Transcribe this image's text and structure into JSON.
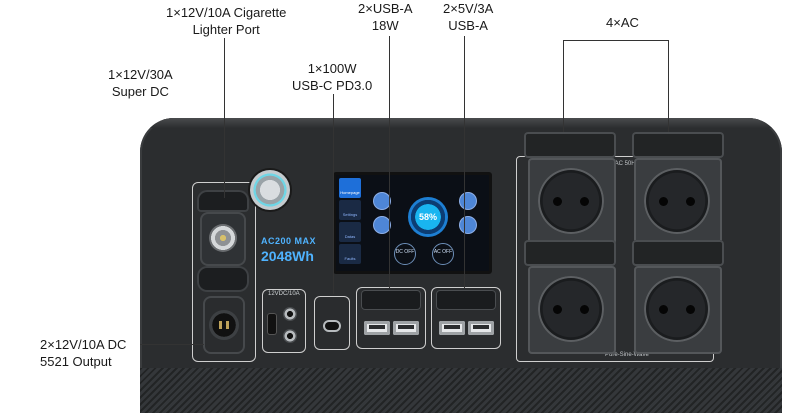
{
  "labels": {
    "cig_line1": "1×12V/10A Cigarette",
    "cig_line2": "Lighter Port",
    "dc30_line1": "1×12V/30A",
    "dc30_line2": "Super DC",
    "usbc_line1": "1×100W",
    "usbc_line2": "USB-C PD3.0",
    "usba18_line1": "2×USB-A",
    "usba18_line2": "18W",
    "usba5_line1": "2×5V/3A",
    "usba5_line2": "USB-A",
    "ac_line1": "4×AC",
    "dc5521_line1": "2×12V/10A DC",
    "dc5521_line2": "5521 Output"
  },
  "device": {
    "model": "AC200 MAX",
    "capacity": "2048Wh",
    "dc_tag": "12VDC/10A",
    "ac_spec": "220-240VAC 50Hz",
    "pure_sine": "Pure-Sine-Wave",
    "screen": {
      "battery_percent": "58%",
      "menu": [
        "Homepage",
        "Settings",
        "Datas",
        "Faults"
      ],
      "dc_button": "DC OFF",
      "ac_button": "AC OFF"
    }
  },
  "colors": {
    "body": "#2b2d2f",
    "accent_blue": "#4fb3ff",
    "ring_cyan": "#6fd6e6"
  }
}
